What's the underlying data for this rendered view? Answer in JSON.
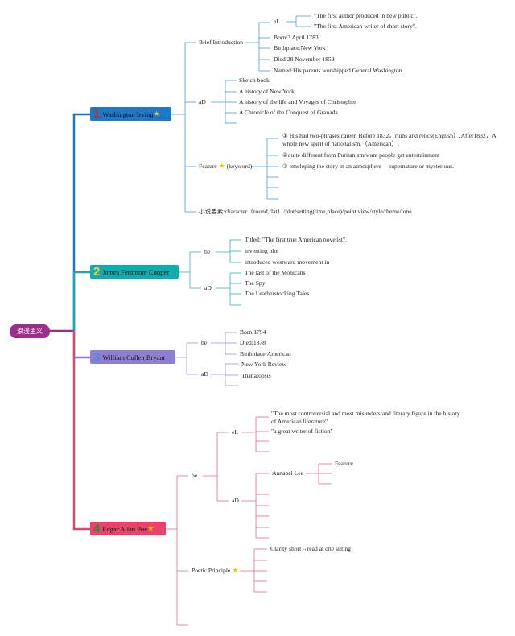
{
  "root": {
    "label": "浪漫主义",
    "color": "#9b2f8a"
  },
  "irving": {
    "number": "1",
    "name": "Washington Irving",
    "color": "#1e78c8",
    "brief": "Brief Introduction",
    "el": "eL",
    "el_items": [
      "\"The first author produced in new public\".",
      "\"The first American writer of short story\"."
    ],
    "facts": [
      "Born:3 April 1783",
      "Birthplace:New York",
      "Died:28 November 1859",
      "Named:His parents worshipped General Washington."
    ],
    "ad": "aD",
    "ad_items": [
      "Sketch book",
      "A history of New York",
      "A history of the life and Voyages of Christopher",
      "A Chronicle of the Conquest of Granada"
    ],
    "feature": "Feature",
    "feature_suffix": "(keyword)",
    "feature_items": [
      "① His had two-phrases career. Before 1832，ruins and relics(English）.After1832，A whole new spirit of nationalism.（American）.",
      "②quite different from Puritanism/want people get entertainment",
      "③ emeloping the story in an atmosphere— supernature or mysterious."
    ],
    "elements": "小说要素:character（round,flat）/plot/setting(time,place)/point view/style/theme/tone"
  },
  "cooper": {
    "number": "2",
    "name": "James Fenimore Cooper",
    "color": "#15a9b0",
    "be": "be",
    "be_items": [
      "Titled: \"The first true American novelist\".",
      "inventing plot",
      "introduced westward movement in"
    ],
    "ad": "aD",
    "ad_items": [
      "The last of the Mohicans",
      "The Spy",
      "The Leatherstocking Tales"
    ]
  },
  "bryant": {
    "number": "3",
    "name": "William Cullen Bryant",
    "color": "#8f7fd4",
    "be": "be",
    "be_items": [
      "Born:1794",
      "Died:1878",
      "Birthplace:American"
    ],
    "ad": "aD",
    "ad_items": [
      "New York Review",
      "Thanatopsis"
    ]
  },
  "poe": {
    "number": "4",
    "name": "Edgar Allan Poe",
    "color": "#e8446a",
    "be": "be",
    "el": "eL",
    "el_items": [
      "\"The most controversial and most misunderstand literary figure in the history of American literature\"",
      "\"a great writer of fiction\""
    ],
    "ad": "aD",
    "annabel": "Annabel Lee",
    "annabel_feature": "Feature",
    "poetic": "Poetic Principle",
    "poetic_items": [
      "Clarity short→read at one sitting"
    ]
  }
}
